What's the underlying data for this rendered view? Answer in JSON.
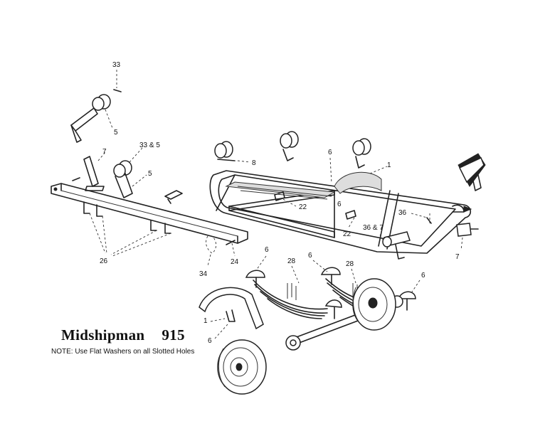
{
  "title": {
    "name": "Midshipman",
    "model": "915"
  },
  "note": "NOTE: Use Flat Washers on all Slotted Holes",
  "callouts": {
    "c33": "33",
    "c5a": "5",
    "c7a": "7",
    "c33and5": "33 & 5",
    "c5b": "5",
    "c8": "8",
    "c6a": "6",
    "c1a": "1",
    "c6b": "6",
    "c22a": "22",
    "c22b": "22",
    "c36a": "36",
    "c36and7": "36 & 7",
    "c7b": "7",
    "c26": "26",
    "c34": "34",
    "c24": "24",
    "c6c": "6",
    "c28a": "28",
    "c6d": "6",
    "c28b": "28",
    "c6e": "6",
    "c1b": "1",
    "c6f": "6"
  }
}
